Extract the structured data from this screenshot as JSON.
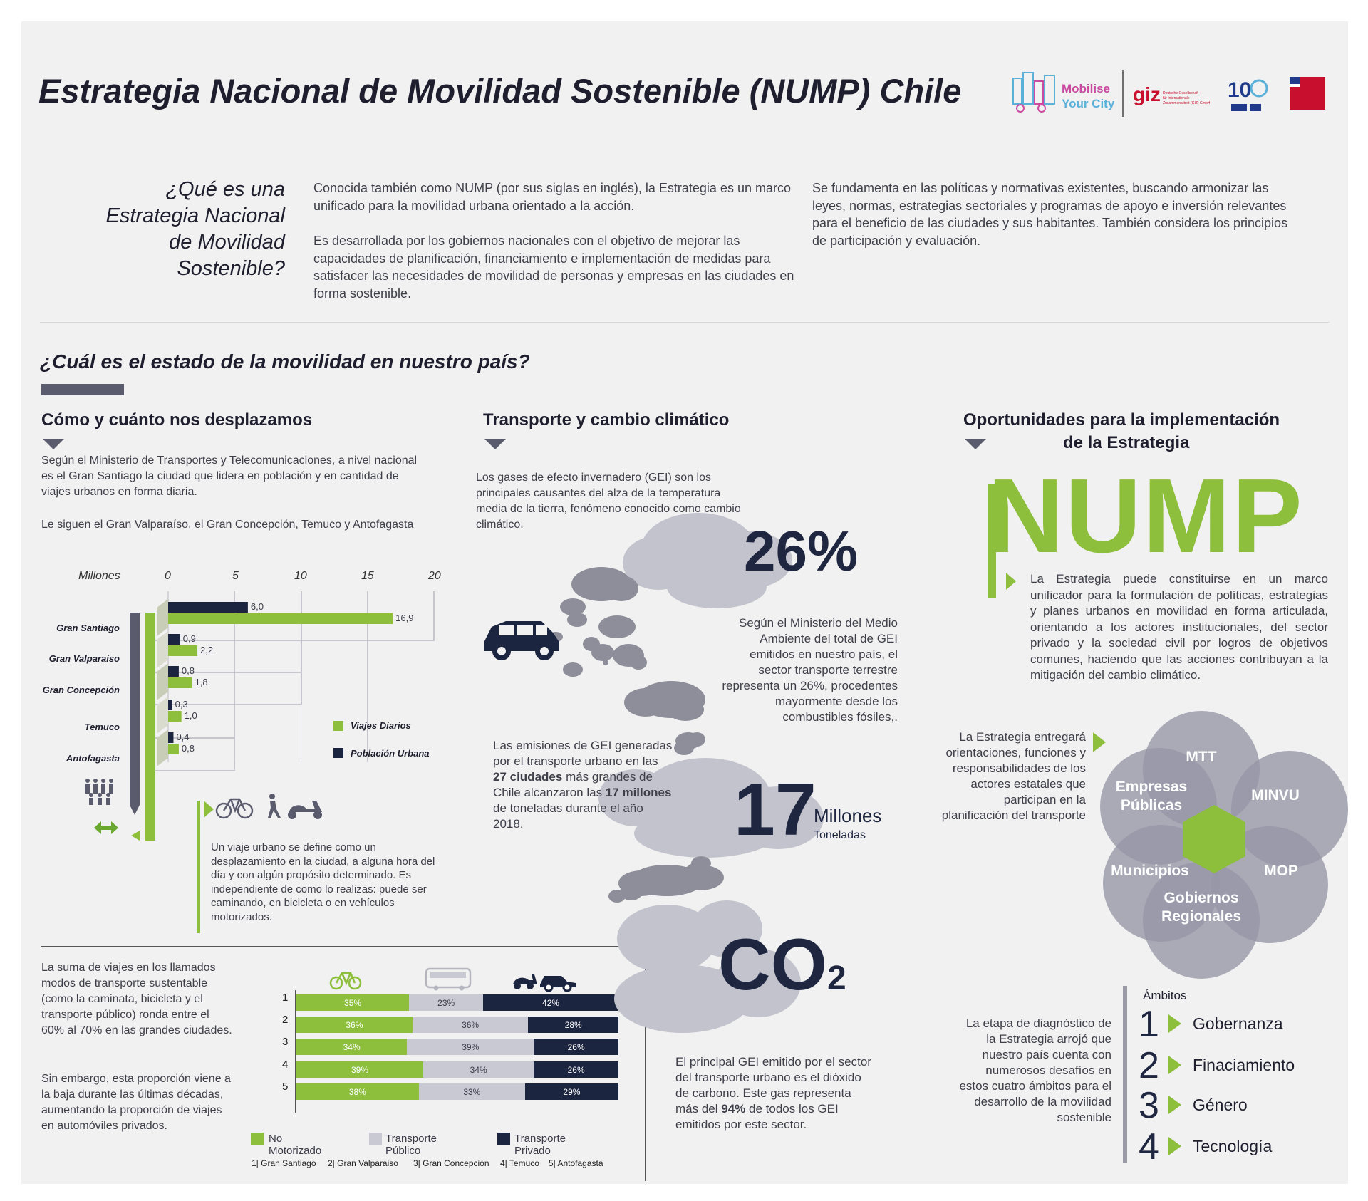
{
  "title": "Estrategia Nacional de Movilidad Sostenible (NUMP) Chile",
  "logos": {
    "mobilise": "Mobilise Your City",
    "giz": "giz",
    "giz_sub": "Deutsche Gesellschaft für Internationale Zusammenarbeit (GIZ) GmbH",
    "anniversary": "10"
  },
  "intro": {
    "question": "¿Qué es una Estrategia Nacional de Movilidad Sostenible?",
    "p1": "Conocida también como NUMP (por sus siglas en inglés), la Estrategia es un marco unificado para la movilidad urbana orientado a la acción.",
    "p2": "Es desarrollada por los gobiernos nacionales con el objetivo de mejorar las capacidades de planificación, financiamiento e implementación de medidas para satisfacer las necesidades de movilidad de personas y empresas en las ciudades en forma sostenible.",
    "p3": "Se fundamenta en las políticas y normativas existentes, buscando armonizar las leyes, normas, estrategias sectoriales y programas de apoyo e inversión relevantes para el beneficio de las ciudades y sus habitantes. También considera los principios de participación y evaluación."
  },
  "section_title": "¿Cuál es el estado de la movilidad en nuestro país?",
  "col1": {
    "heading": "Cómo y cuánto nos desplazamos",
    "p1": "Según el Ministerio de Transportes y Telecomunicaciones, a nivel nacional es el Gran Santiago la ciudad que lidera en población y en cantidad de viajes urbanos en forma diaria.",
    "p2": "Le siguen el Gran Valparaíso, el Gran Concepción, Temuco y Antofagasta",
    "trip_def": "Un viaje urbano se define como un desplazamiento en la ciudad, a alguna hora del día y con algún propósito determinado. Es independiente de como lo realizas: puede ser caminando, en bicicleta o en vehículos motorizados.",
    "modes_p1": "La suma de viajes en los llamados modos de transporte sustentable (como la caminata, bicicleta y el transporte público) ronda entre el 60% al 70% en las grandes ciudades.",
    "modes_p2": "Sin embargo, esta proporción viene a la baja durante las últimas décadas, aumentando la proporción de viajes en automóviles privados."
  },
  "chart_data": [
    {
      "type": "bar",
      "orientation": "horizontal",
      "xlabel": "Millones",
      "xticks": [
        "0",
        "5",
        "10",
        "15",
        "20"
      ],
      "xlim": [
        0,
        20
      ],
      "categories": [
        "Gran Santiago",
        "Gran Valparaiso",
        "Gran Concepción",
        "Temuco",
        "Antofagasta"
      ],
      "series": [
        {
          "name": "Población Urbana",
          "color": "#1c2540",
          "values": [
            6.0,
            0.9,
            0.8,
            0.3,
            0.4
          ],
          "labels": [
            "6,0",
            "0,9",
            "0,8",
            "0,3",
            "0,4"
          ]
        },
        {
          "name": "Viajes Diarios",
          "color": "#8dbe3c",
          "values": [
            16.9,
            2.2,
            1.8,
            1.0,
            0.8
          ],
          "labels": [
            "16,9",
            "2,2",
            "1,8",
            "1,0",
            "0,8"
          ]
        }
      ]
    },
    {
      "type": "bar",
      "stacked": true,
      "orientation": "horizontal",
      "categories": [
        "1",
        "2",
        "3",
        "4",
        "5"
      ],
      "category_names": [
        "1| Gran Santiago",
        "2| Gran Valparaiso",
        "3| Gran Concepción",
        "4| Temuco",
        "5| Antofagasta"
      ],
      "series": [
        {
          "name": "No Motorizado",
          "color": "#8dbe3c",
          "values": [
            35,
            36,
            34,
            39,
            38
          ]
        },
        {
          "name": "Transporte Público",
          "color": "#c9c9d3",
          "values": [
            23,
            36,
            39,
            34,
            33
          ]
        },
        {
          "name": "Transporte Privado",
          "color": "#1c2540",
          "values": [
            42,
            28,
            26,
            26,
            29
          ]
        }
      ]
    }
  ],
  "col2": {
    "heading": "Transporte y cambio climático",
    "p1": "Los gases de efecto invernadero (GEI) son los principales causantes del alza de la temperatura media de la tierra, fenómeno conocido como cambio climático.",
    "stat1_value": "26%",
    "stat1_text": "Según el Ministerio del Medio Ambiente del total de GEI emitidos en nuestro país, el sector transporte terrestre representa un 26%, procedentes mayormente desde los combustibles fósiles,.",
    "stat2_text_a": "Las emisiones de GEI generadas por el transporte urbano en las",
    "stat2_bold_a": "27 ciudades",
    "stat2_text_b": "más grandes de Chile alcanzaron las",
    "stat2_bold_b": "17 millones",
    "stat2_text_c": "de toneladas durante el año 2018.",
    "stat2_value": "17",
    "stat2_unit1": "Millones",
    "stat2_unit2": "Toneladas",
    "co2": "CO",
    "co2_sub": "2",
    "stat3_text_a": "El principal GEI emitido por el sector del transporte urbano es el dióxido de carbono. Este gas representa más del",
    "stat3_bold": "94%",
    "stat3_text_b": "de todos los GEI emitidos por este sector."
  },
  "col3": {
    "heading_l1": "Oportunidades para la implementación",
    "heading_l2": "de la Estrategia",
    "big_word": "NUMP",
    "p1": "La Estrategia puede constituirse en un marco unificador para la formulación de políticas, estrategias y planes urbanos en movilidad en forma articulada, orientando a los actores institucionales, del sector privado y la sociedad civil por logros de objetivos comunes, haciendo que las acciones contribuyan a la mitigación del cambio climático.",
    "p2": "La Estrategia entregará orientaciones, funciones y responsabilidades de los actores estatales que participan en la planificación del transporte",
    "petals": [
      "MTT",
      "MINVU",
      "MOP",
      "Gobiernos Regionales",
      "Municipios",
      "Empresas Públicas"
    ],
    "p3": "La etapa de diagnóstico de la Estrategia arrojó que nuestro país cuenta con numerosos desafíos en estos cuatro ámbitos para el desarrollo de la movilidad sostenible",
    "ambitos_title": "Ámbitos",
    "ambitos": [
      {
        "n": "1",
        "label": "Gobernanza"
      },
      {
        "n": "2",
        "label": "Finaciamiento"
      },
      {
        "n": "3",
        "label": "Género"
      },
      {
        "n": "4",
        "label": "Tecnología"
      }
    ]
  }
}
